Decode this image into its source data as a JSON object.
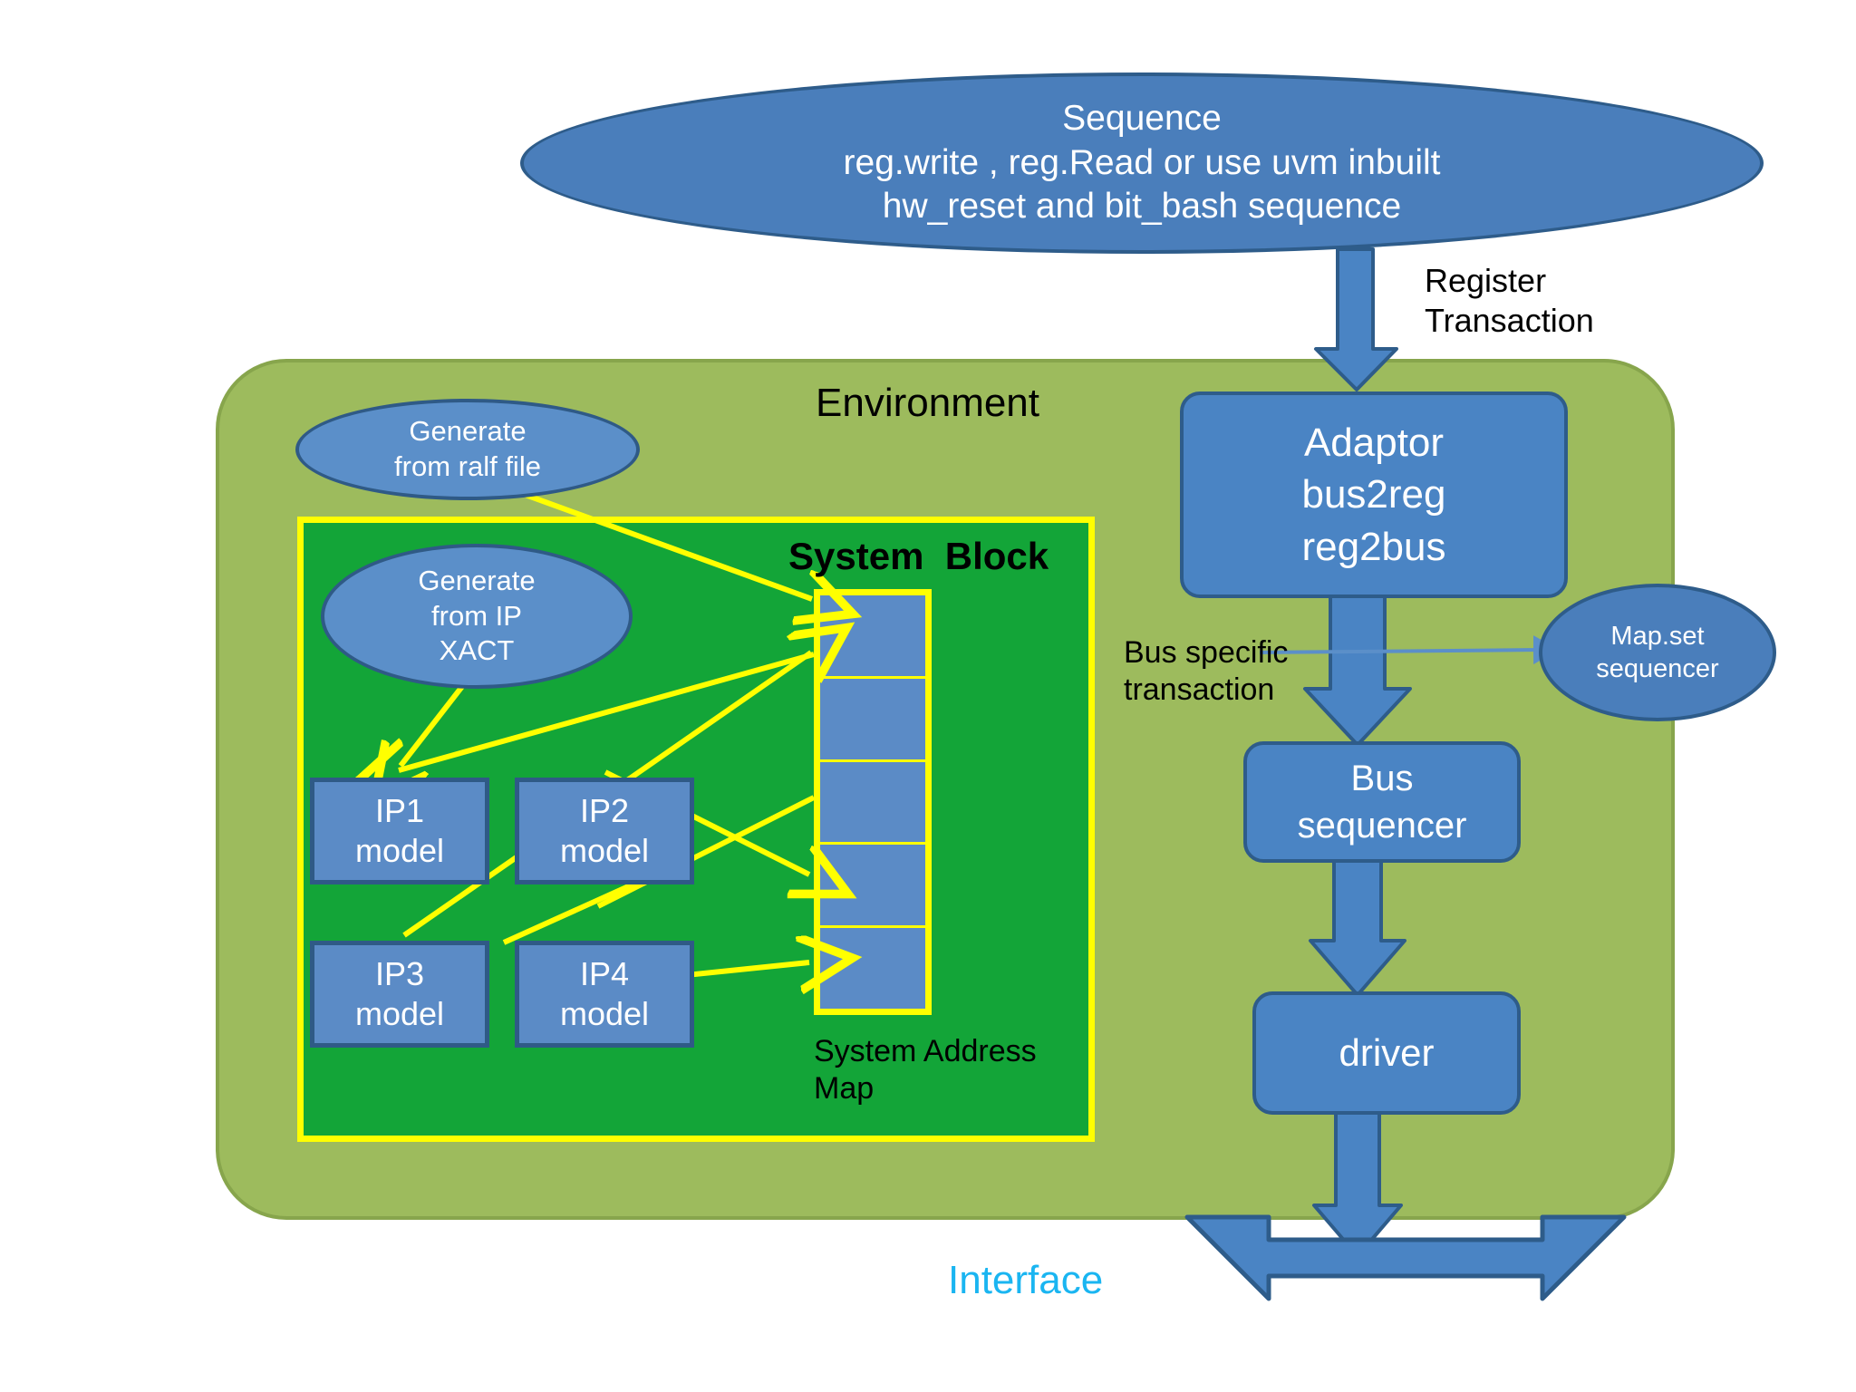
{
  "diagram": {
    "title": "UVM Register Model Environment Diagram",
    "colors": {
      "env_fill": "#9dbb5d",
      "system_block_fill": "#13a538",
      "system_block_border": "#ffff00",
      "box_blue": "#4a84c4",
      "ellipse_blue": "#4a7ebb",
      "arrow_blue": "#4a84c4",
      "arrow_yellow": "#ffff00",
      "interface_text": "#1ab5f1"
    }
  },
  "sequence_ellipse": {
    "name": "sequence",
    "line1": "Sequence",
    "line2": "reg.write , reg.Read or use uvm inbuilt",
    "line3": "hw_reset and bit_bash sequence"
  },
  "labels": {
    "register_transaction": "Register\nTransaction",
    "bus_specific_transaction": "Bus specific\ntransaction",
    "environment": "Environment",
    "system_block": "System  Block",
    "system_address_map": "System Address\nMap",
    "interface": "Interface"
  },
  "right_column": {
    "adaptor": {
      "line1": "Adaptor",
      "line2": "bus2reg",
      "line3": "reg2bus"
    },
    "map_set_sequencer": {
      "line1": "Map.set",
      "line2": "sequencer"
    },
    "bus_sequencer": {
      "line1": "Bus",
      "line2": "sequencer"
    },
    "driver": {
      "line1": "driver"
    }
  },
  "generators": [
    {
      "id": "ralf",
      "line1": "Generate",
      "line2": "from ralf file",
      "line3": ""
    },
    {
      "id": "ipxact",
      "line1": "Generate",
      "line2": "from IP",
      "line3": "XACT"
    }
  ],
  "ip_models": [
    {
      "id": "ip1",
      "line1": "IP1",
      "line2": "model"
    },
    {
      "id": "ip2",
      "line1": "IP2",
      "line2": "model"
    },
    {
      "id": "ip3",
      "line1": "IP3",
      "line2": "model"
    },
    {
      "id": "ip4",
      "line1": "IP4",
      "line2": "model"
    }
  ],
  "address_map": {
    "cell_count": 5,
    "cells": [
      "",
      "",
      "",
      "",
      ""
    ]
  }
}
